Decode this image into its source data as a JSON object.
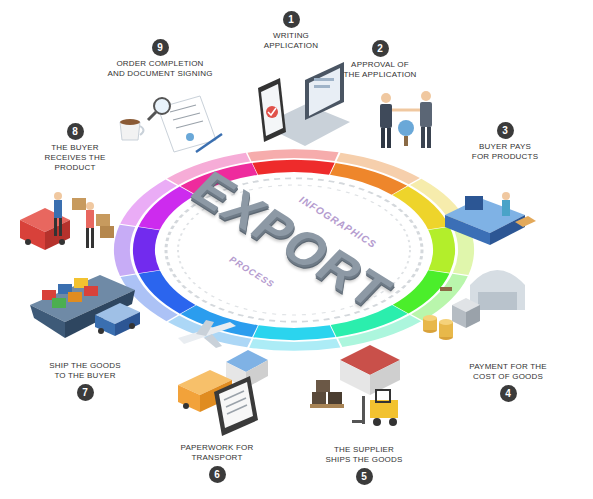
{
  "diagram": {
    "title": "EXPORT",
    "nodes": [
      {
        "text": [
          "1",
          "WRITING APPLICATION"
        ]
      },
      {
        "text": [
          "2",
          "APPROVAL OF THE APPLICATION"
        ]
      },
      {
        "text": [
          "3",
          "BUYER PAYS FOR PRODUCTS"
        ]
      },
      {
        "text": [
          "4",
          "PAYMENT FOR THE COST OF GOODS"
        ]
      },
      {
        "text": [
          "5",
          "THE SUPPLIER SHIPS THE GOODS"
        ]
      },
      {
        "text": [
          "6",
          "PAPERWORK FOR TRANSPORT"
        ]
      },
      {
        "text": [
          "7",
          "SHIP THE GOODS TO THE BUYER"
        ]
      },
      {
        "text": [
          "8",
          "THE BUYER RECEIVES THE PRODUCT"
        ]
      },
      {
        "text": [
          "9",
          "ORDER COMPLETION AND DOCUMENT SIGNING"
        ]
      }
    ],
    "labels": [
      "INFOGRAPHICS",
      "PROCESS"
    ]
  }
}
